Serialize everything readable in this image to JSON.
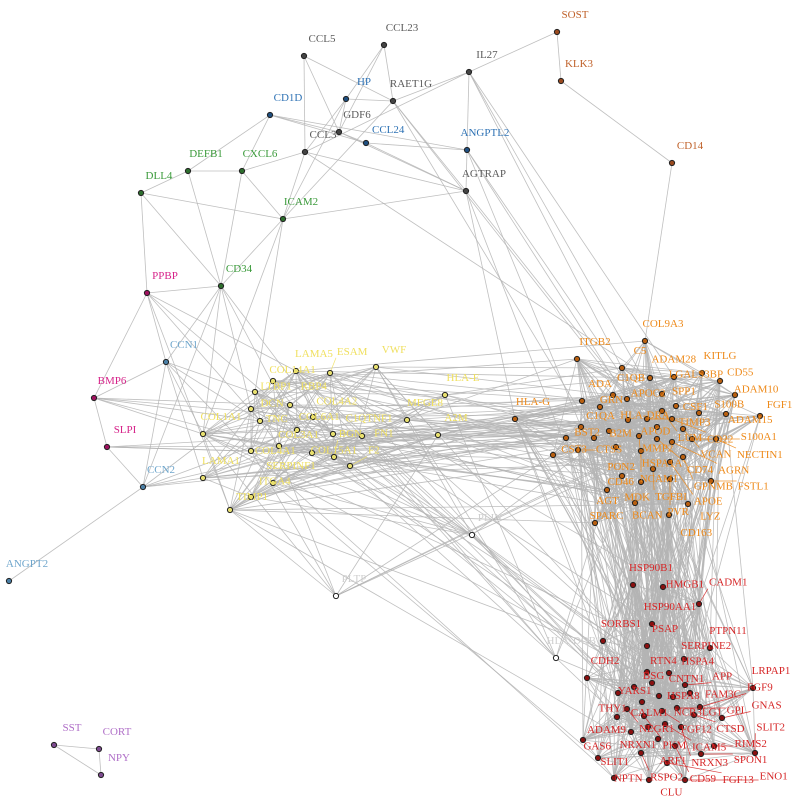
{
  "colors": {
    "grey": [
      "#5a5a5a",
      "#444444"
    ],
    "brown": [
      "#c0622b",
      "#9a4a1e"
    ],
    "blue": [
      "#2f73b5",
      "#1f4f80"
    ],
    "green": [
      "#3a9a3a",
      "#2d6e2d"
    ],
    "pink": [
      "#d6248a",
      "#a0125f"
    ],
    "lightblue": [
      "#6fa6cc",
      "#4a7fa6"
    ],
    "purple": [
      "#b070c8",
      "#7d4a90"
    ],
    "pale": [
      "#cfcfcf",
      "#ffffff"
    ],
    "yellow": [
      "#f0e060",
      "#e8e070"
    ],
    "orange": [
      "#ee8a1a",
      "#b85f10"
    ],
    "red": [
      "#d62728",
      "#8a1010"
    ]
  },
  "nodes": [
    {
      "label": "CCL5",
      "group": "grey"
    },
    {
      "label": "CCL23",
      "group": "grey"
    },
    {
      "label": "IL27",
      "group": "grey"
    },
    {
      "label": "SOST",
      "group": "brown"
    },
    {
      "label": "KLK3",
      "group": "brown"
    },
    {
      "label": "CD14",
      "group": "brown"
    },
    {
      "label": "HP",
      "group": "blue"
    },
    {
      "label": "RAET1G",
      "group": "grey"
    },
    {
      "label": "CD1D",
      "group": "blue"
    },
    {
      "label": "GDF6",
      "group": "grey"
    },
    {
      "label": "CCL3",
      "group": "grey"
    },
    {
      "label": "CCL24",
      "group": "blue"
    },
    {
      "label": "ANGPTL2",
      "group": "blue"
    },
    {
      "label": "AGTRAP",
      "group": "grey"
    },
    {
      "label": "DEFB1",
      "group": "green"
    },
    {
      "label": "CXCL6",
      "group": "green"
    },
    {
      "label": "DLL4",
      "group": "green"
    },
    {
      "label": "ICAM2",
      "group": "green"
    },
    {
      "label": "CD34",
      "group": "green"
    },
    {
      "label": "PPBP",
      "group": "pink"
    },
    {
      "label": "BMP6",
      "group": "pink"
    },
    {
      "label": "SLPI",
      "group": "pink"
    },
    {
      "label": "CCN1",
      "group": "lightblue"
    },
    {
      "label": "CCN2",
      "group": "lightblue"
    },
    {
      "label": "ANGPT2",
      "group": "lightblue"
    },
    {
      "label": "SST",
      "group": "purple"
    },
    {
      "label": "CORT",
      "group": "purple"
    },
    {
      "label": "NPY",
      "group": "purple"
    },
    {
      "label": "PLTP",
      "group": "pale"
    },
    {
      "label": "PLIN",
      "group": "pale"
    },
    {
      "label": "HLA-DQB1",
      "group": "pale"
    },
    {
      "label": "LAMA5",
      "group": "yellow"
    },
    {
      "label": "ESAM",
      "group": "yellow"
    },
    {
      "label": "VWF",
      "group": "yellow"
    },
    {
      "label": "COL14A1",
      "group": "yellow"
    },
    {
      "label": "LTBP1",
      "group": "yellow"
    },
    {
      "label": "RBP4",
      "group": "yellow"
    },
    {
      "label": "DCN",
      "group": "yellow"
    },
    {
      "label": "COL4A2",
      "group": "yellow"
    },
    {
      "label": "TNC",
      "group": "yellow"
    },
    {
      "label": "MFGE8",
      "group": "yellow"
    },
    {
      "label": "HLA-E",
      "group": "yellow"
    },
    {
      "label": "COL1A1",
      "group": "yellow"
    },
    {
      "label": "COL6A1",
      "group": "yellow"
    },
    {
      "label": "C1QTNF1",
      "group": "yellow"
    },
    {
      "label": "FN1",
      "group": "yellow"
    },
    {
      "label": "A2M",
      "group": "yellow"
    },
    {
      "label": "COL3A1",
      "group": "yellow"
    },
    {
      "label": "COL4A1",
      "group": "yellow"
    },
    {
      "label": "COL15A1",
      "group": "yellow"
    },
    {
      "label": "BGN",
      "group": "yellow"
    },
    {
      "label": "F2",
      "group": "yellow"
    },
    {
      "label": "LAMA1",
      "group": "yellow"
    },
    {
      "label": "SERPINF1",
      "group": "yellow"
    },
    {
      "label": "ITGA4",
      "group": "yellow"
    },
    {
      "label": "TIMP1",
      "group": "yellow"
    },
    {
      "label": "HLA-G",
      "group": "orange"
    },
    {
      "label": "ITGB2",
      "group": "orange"
    },
    {
      "label": "COL9A3",
      "group": "orange"
    },
    {
      "label": "C5",
      "group": "orange"
    },
    {
      "label": "ADAM28",
      "group": "orange"
    },
    {
      "label": "LGALS3BP",
      "group": "orange"
    },
    {
      "label": "KITLG",
      "group": "orange"
    },
    {
      "label": "CD55",
      "group": "orange"
    },
    {
      "label": "ADAM10",
      "group": "orange"
    },
    {
      "label": "FGF1",
      "group": "orange"
    },
    {
      "label": "ADA",
      "group": "orange"
    },
    {
      "label": "C1QB",
      "group": "orange"
    },
    {
      "label": "APOC2",
      "group": "orange"
    },
    {
      "label": "SPP1",
      "group": "orange"
    },
    {
      "label": "CSF1",
      "group": "orange"
    },
    {
      "label": "S100B",
      "group": "orange"
    },
    {
      "label": "ADAM15",
      "group": "orange"
    },
    {
      "label": "GRN",
      "group": "orange"
    },
    {
      "label": "C1QA",
      "group": "orange"
    },
    {
      "label": "HLA-DRA",
      "group": "orange"
    },
    {
      "label": "APOD",
      "group": "orange"
    },
    {
      "label": "TIMP3",
      "group": "orange"
    },
    {
      "label": "LUM",
      "group": "orange"
    },
    {
      "label": "CD22",
      "group": "orange"
    },
    {
      "label": "MMP2",
      "group": "orange"
    },
    {
      "label": "VCAN",
      "group": "orange"
    },
    {
      "label": "BST2",
      "group": "orange"
    },
    {
      "label": "B2M",
      "group": "orange"
    },
    {
      "label": "HSPA1A",
      "group": "orange"
    },
    {
      "label": "CD74",
      "group": "orange"
    },
    {
      "label": "S100A1",
      "group": "orange"
    },
    {
      "label": "NECTIN1",
      "group": "orange"
    },
    {
      "label": "CST3",
      "group": "orange"
    },
    {
      "label": "CTSS",
      "group": "orange"
    },
    {
      "label": "PON2",
      "group": "orange"
    },
    {
      "label": "NCAM1",
      "group": "orange"
    },
    {
      "label": "AGRN",
      "group": "orange"
    },
    {
      "label": "GPNMB",
      "group": "orange"
    },
    {
      "label": "TGFBI",
      "group": "orange"
    },
    {
      "label": "APOE",
      "group": "orange"
    },
    {
      "label": "CD46",
      "group": "orange"
    },
    {
      "label": "MDK",
      "group": "orange"
    },
    {
      "label": "PVR",
      "group": "orange"
    },
    {
      "label": "FSTL1",
      "group": "orange"
    },
    {
      "label": "AGT",
      "group": "orange"
    },
    {
      "label": "BCAN",
      "group": "orange"
    },
    {
      "label": "LYZ",
      "group": "orange"
    },
    {
      "label": "CD163",
      "group": "orange"
    },
    {
      "label": "SPARC",
      "group": "orange"
    },
    {
      "label": "HSP90B1",
      "group": "red"
    },
    {
      "label": "HMGB1",
      "group": "red"
    },
    {
      "label": "CADM1",
      "group": "red"
    },
    {
      "label": "HSP90AA1",
      "group": "red"
    },
    {
      "label": "SORBS1",
      "group": "red"
    },
    {
      "label": "PSAP",
      "group": "red"
    },
    {
      "label": "PTPN11",
      "group": "red"
    },
    {
      "label": "SERPINE2",
      "group": "red"
    },
    {
      "label": "CDH2",
      "group": "red"
    },
    {
      "label": "RTN4",
      "group": "red"
    },
    {
      "label": "HSPA4",
      "group": "red"
    },
    {
      "label": "BSG",
      "group": "red"
    },
    {
      "label": "CNTN1",
      "group": "red"
    },
    {
      "label": "APP",
      "group": "red"
    },
    {
      "label": "YARS1",
      "group": "red"
    },
    {
      "label": "HSPA8",
      "group": "red"
    },
    {
      "label": "NCR3LG1",
      "group": "red"
    },
    {
      "label": "FAM3C",
      "group": "red"
    },
    {
      "label": "LRPAP1",
      "group": "red"
    },
    {
      "label": "CALM1",
      "group": "red"
    },
    {
      "label": "NEGR1",
      "group": "red"
    },
    {
      "label": "FGF12",
      "group": "red"
    },
    {
      "label": "GPI",
      "group": "red"
    },
    {
      "label": "FGF9",
      "group": "red"
    },
    {
      "label": "THY1",
      "group": "red"
    },
    {
      "label": "PKM",
      "group": "red"
    },
    {
      "label": "CTSD",
      "group": "red"
    },
    {
      "label": "GNAS",
      "group": "red"
    },
    {
      "label": "NRXN1",
      "group": "red"
    },
    {
      "label": "ICAM5",
      "group": "red"
    },
    {
      "label": "NRXN3",
      "group": "red"
    },
    {
      "label": "ADAM9",
      "group": "red"
    },
    {
      "label": "ARF1",
      "group": "red"
    },
    {
      "label": "GAS6",
      "group": "red"
    },
    {
      "label": "CD59",
      "group": "red"
    },
    {
      "label": "RIMS2",
      "group": "red"
    },
    {
      "label": "SLIT2",
      "group": "red"
    },
    {
      "label": "SLIT1",
      "group": "red"
    },
    {
      "label": "RSPO2",
      "group": "red"
    },
    {
      "label": "FGF13",
      "group": "red"
    },
    {
      "label": "SPON1",
      "group": "red"
    },
    {
      "label": "NPTN",
      "group": "red"
    },
    {
      "label": "CLU",
      "group": "red"
    },
    {
      "label": "ENO1",
      "group": "red"
    }
  ]
}
